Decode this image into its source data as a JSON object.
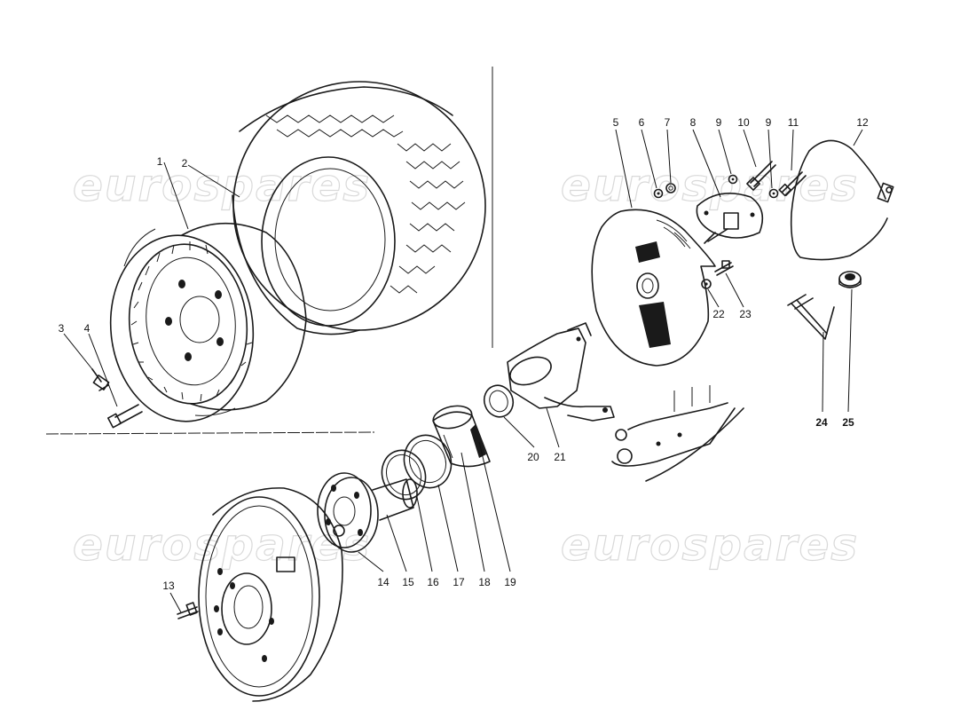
{
  "watermark": {
    "text": "eurospares"
  },
  "callouts": [
    {
      "number": "1",
      "part": "wheel-rim"
    },
    {
      "number": "2",
      "part": "tyre"
    },
    {
      "number": "3",
      "part": "tyre-valve"
    },
    {
      "number": "4",
      "part": "wheel-bolt"
    },
    {
      "number": "5",
      "part": "disc-dust-shield"
    },
    {
      "number": "6",
      "part": "washer"
    },
    {
      "number": "7",
      "part": "nut"
    },
    {
      "number": "8",
      "part": "sensor-plate"
    },
    {
      "number": "9",
      "part": "washer"
    },
    {
      "number": "10",
      "part": "screw"
    },
    {
      "number": "9",
      "part": "washer"
    },
    {
      "number": "11",
      "part": "screw"
    },
    {
      "number": "12",
      "part": "cable"
    },
    {
      "number": "13",
      "part": "disc-stud"
    },
    {
      "number": "14",
      "part": "hub"
    },
    {
      "number": "15",
      "part": "hub-spindle"
    },
    {
      "number": "16",
      "part": "circlip"
    },
    {
      "number": "17",
      "part": "spacer"
    },
    {
      "number": "18",
      "part": "spring-ring"
    },
    {
      "number": "19",
      "part": "bearing"
    },
    {
      "number": "20",
      "part": "seal"
    },
    {
      "number": "21",
      "part": "hub-carrier"
    },
    {
      "number": "22",
      "part": "washer"
    },
    {
      "number": "23",
      "part": "screw"
    },
    {
      "number": "24",
      "part": "clip"
    },
    {
      "number": "25",
      "part": "grommet"
    }
  ]
}
